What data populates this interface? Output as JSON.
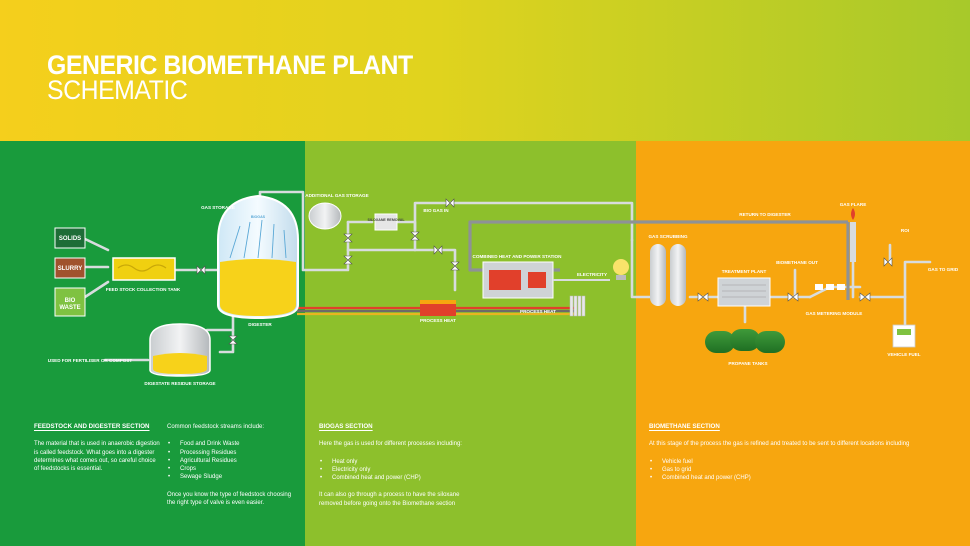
{
  "header": {
    "title": "GENERIC BIOMETHANE PLANT",
    "subtitle": "SCHEMATIC"
  },
  "colors": {
    "feedstock_band": "#199b3c",
    "biogas_band": "#8dc02c",
    "biomethane_band": "#f7a60f",
    "pipe": "#9aa0a4",
    "return_pipe": "#8e9295",
    "heat_pipe": "#e0412a",
    "tank_fill": "#f7d21a"
  },
  "diagram": {
    "inputs": [
      "SOLIDS",
      "SLURRY",
      "BIO WASTE"
    ],
    "feed_stock_tank": "FEED STOCK COLLECTION TANK",
    "gas_storage": "GAS STORAGE",
    "biogas_label": "BIOGAS",
    "digester": "DIGESTER",
    "used_for": "USED FOR FERTILISER OR COMPOST",
    "residue_storage": "DIGESTATE RESIDUE STORAGE",
    "additional_gas_storage": "ADDITIONAL GAS STORAGE",
    "siloxane_removal": "SILOXANE REMOVAL",
    "bio_gas_in": "BIO GAS IN",
    "chp": "COMBINED HEAT AND POWER STATION",
    "electricity": "ELECTRICITY",
    "process_heat_1": "PROCESS HEAT",
    "process_heat_2": "PROCESS HEAT",
    "return_to_digester": "RETURN TO DIGESTER",
    "gas_flare": "GAS FLARE",
    "gas_scrubbing": "GAS SCRUBBING",
    "treatment_plant": "TREATMENT PLANT",
    "biomethane_out": "BIOMETHANE OUT",
    "gas_metering": "GAS METERING MODULE",
    "propane_tanks": "PROPANE TANKS",
    "roi": "ROI",
    "gas_to_grid": "GAS TO GRID",
    "vehicle_fuel": "VEHICLE FUEL"
  },
  "feedstock_section": {
    "heading": "FEEDSTOCK AND DIGESTER SECTION",
    "intro": "The material that is used in anaerobic digestion is called feedstock. What goes into a digester determines what comes out, so careful choice of feedstocks is essential.",
    "streams_heading": "Common feedstock streams include:",
    "streams": [
      "Food and Drink Waste",
      "Processing Residues",
      "Agricultural Residues",
      "Crops",
      "Sewage Sludge"
    ],
    "outro": "Once you know the type of feedstock choosing the right type of valve is even easier."
  },
  "biogas_section": {
    "heading": "BIOGAS SECTION",
    "intro": "Here the gas is used for different processes including:",
    "items": [
      "Heat only",
      "Electricity only",
      "Combined heat and power (CHP)"
    ],
    "outro": "It can also go through a process to have the siloxane removed before going onto the Biomethane section"
  },
  "biomethane_section": {
    "heading": "BIOMETHANE SECTION",
    "intro": "At this stage of the process the gas is refined and treated to be sent to different locations including",
    "items": [
      "Vehicle fuel",
      "Gas to grid",
      "Combined heat and power (CHP)"
    ]
  }
}
